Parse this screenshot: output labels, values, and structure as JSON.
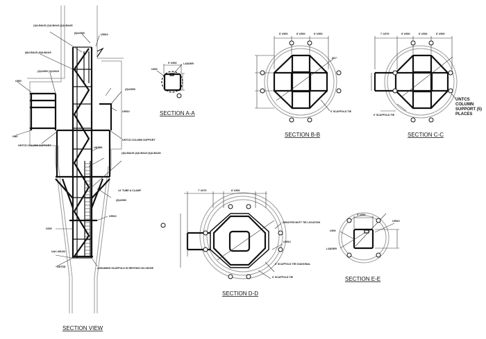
{
  "titles": {
    "section_view": "SECTION VIEW",
    "section_a": "SECTION A-A",
    "section_b": "SECTION B-B",
    "section_c": "SECTION C-C",
    "section_d": "SECTION D-D",
    "section_e": "SECTION E-E"
  },
  "callouts": {
    "sv_top_bays": "(1)U-BAUS (1)U-BAU3 (1)U-BAUS",
    "sv_u2500_top": "(6)U2500",
    "sv_u5510_top": "U5510",
    "sv_bays2": "(8)U-BAUS (8)U-BAUS",
    "sv_u2500_left": "(2)U2500 (1)U2023",
    "sv_u500": "U500",
    "sv_u2500_right": "(2)U2500",
    "sv_u5510_right": "U5510",
    "sv_left_support": "UNTCS COLUMN SUPPORT",
    "sv_right_support": "UNTCS COLUMN SUPPORT",
    "sv_ub3": "UB3",
    "sv_untsg": "UNTSG",
    "sv_bays3": "(4)U-BAUS (4)U-BAU3 (6)U-BAUS",
    "sv_tube": "14' TUBE & CLAMP",
    "sv_u2500_low": "(3)U2500",
    "sv_u5510_low": "U5510",
    "sv_u000": "U000",
    "sv_uac": "UAC UBJ33",
    "sv_untsd": "UNTSD",
    "sv_bearing": "ASSUMING SCAFFOLD IS RESTING ON LEDGE",
    "a_ladder": "LADDER",
    "a_u500": "U500",
    "a_dim": "5' U500",
    "b_dim": "8' U500",
    "b_radius": "Ø17'",
    "b_tie": "6' SCAFFOLD TIE",
    "c_dim1": "7' U070",
    "c_dim2": "8' U500",
    "c_tie": "6' SCAFFOLD TIE",
    "c_support": "UNTCS COLUMN SUPPORT (5) PLACES",
    "d_tie_loc": "DENOTES BUTT TIE LOCATION",
    "d_u5510": "U5510",
    "d_diag": "6' SCAFFOLD TIE/ DIAGONAL",
    "d_tie": "6' SCAFFOLD TIE",
    "d_dim1": "7' U070",
    "d_dim2": "8' U500",
    "e_u500": "U500",
    "e_u5510": "U5510",
    "e_ladder": "LADDER",
    "e_dim": "5' U500"
  }
}
